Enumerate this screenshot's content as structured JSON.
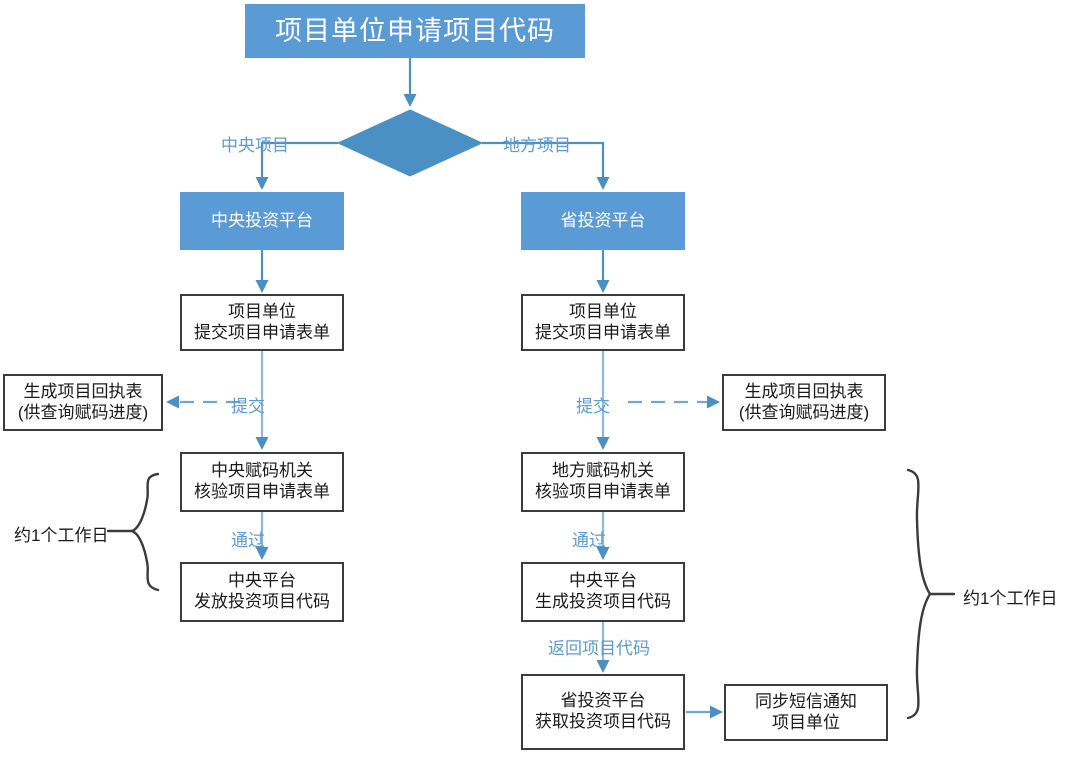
{
  "diagram": {
    "title_node": {
      "text": "项目单位申请项目代码"
    },
    "decision": {
      "label": ""
    },
    "branch_labels": {
      "left": "中央项目",
      "right": "地方项目"
    },
    "nodes": {
      "central_platform": {
        "line1": "中央投资平台"
      },
      "province_platform": {
        "line1": "省投资平台"
      },
      "left_submit": {
        "line1": "项目单位",
        "line2": "提交项目申请表单"
      },
      "right_submit": {
        "line1": "项目单位",
        "line2": "提交项目申请表单"
      },
      "left_receipt": {
        "line1": "生成项目回执表",
        "line2": "(供查询赋码进度)"
      },
      "right_receipt": {
        "line1": "生成项目回执表",
        "line2": "(供查询赋码进度)"
      },
      "left_verify": {
        "line1": "中央赋码机关",
        "line2": "核验项目申请表单"
      },
      "right_verify": {
        "line1": "地方赋码机关",
        "line2": "核验项目申请表单"
      },
      "left_issue": {
        "line1": "中央平台",
        "line2": "发放投资项目代码"
      },
      "right_generate": {
        "line1": "中央平台",
        "line2": "生成投资项目代码"
      },
      "province_fetch": {
        "line1": "省投资平台",
        "line2": "获取投资项目代码"
      },
      "sms_notify": {
        "line1": "同步短信通知",
        "line2": "项目单位"
      }
    },
    "edge_labels": {
      "left_submit_dashed": "提交",
      "right_submit_dashed": "提交",
      "left_pass": "通过",
      "right_pass": "通过",
      "return_code": "返回项目代码"
    },
    "braces": {
      "left": "约1个工作日",
      "right": "约1个工作日"
    },
    "colors": {
      "accent_blue": "#5B9BD5",
      "box_border": "#3B3B3B",
      "connector_blue": "#5B9BD5",
      "brace_stroke": "#3B3B3B",
      "background": "#FFFFFF"
    }
  }
}
